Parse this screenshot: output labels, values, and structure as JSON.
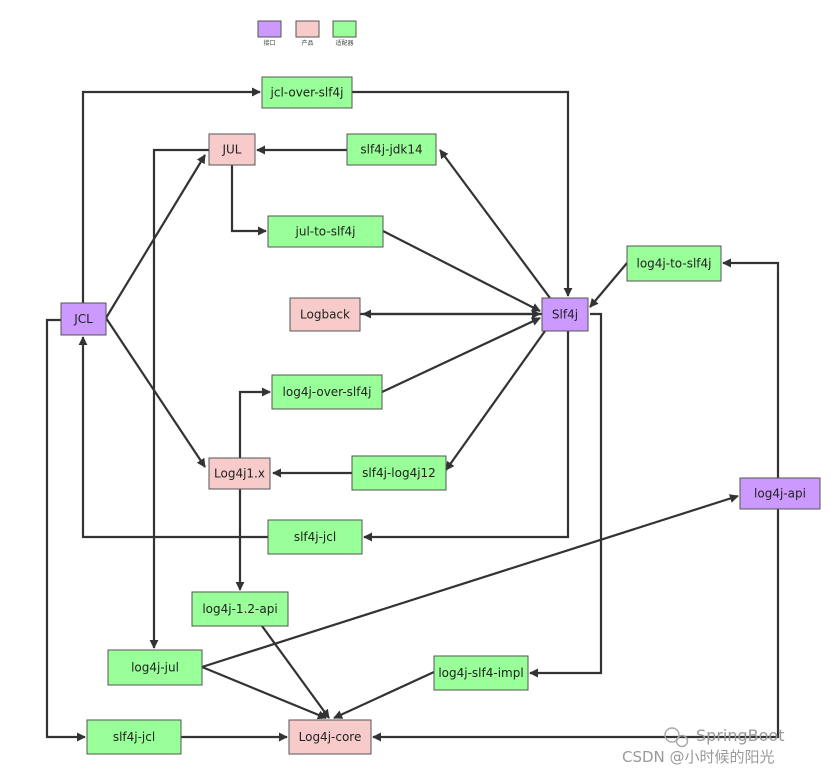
{
  "colors": {
    "interface": "#cc99ff",
    "implementation": "#f8cbcb",
    "adapter": "#99ff99",
    "border": "#555555",
    "edge": "#333333"
  },
  "legend": [
    {
      "key": "interface",
      "label": "接口"
    },
    {
      "key": "implementation",
      "label": "产品"
    },
    {
      "key": "adapter",
      "label": "适配器"
    }
  ],
  "nodes": [
    {
      "id": "jcl-over-slf4j",
      "label": "jcl-over-slf4j",
      "kind": "adapter"
    },
    {
      "id": "jul",
      "label": "JUL",
      "kind": "implementation"
    },
    {
      "id": "slf4j-jdk14",
      "label": "slf4j-jdk14",
      "kind": "adapter"
    },
    {
      "id": "jul-to-slf4j",
      "label": "jul-to-slf4j",
      "kind": "adapter"
    },
    {
      "id": "log4j-to-slf4j",
      "label": "log4j-to-slf4j",
      "kind": "adapter"
    },
    {
      "id": "jcl",
      "label": "JCL",
      "kind": "interface"
    },
    {
      "id": "logback",
      "label": "Logback",
      "kind": "implementation"
    },
    {
      "id": "slf4j",
      "label": "Slf4j",
      "kind": "interface"
    },
    {
      "id": "log4j-over-slf4j",
      "label": "log4j-over-slf4j",
      "kind": "adapter"
    },
    {
      "id": "log4j1x",
      "label": "Log4j1.x",
      "kind": "implementation"
    },
    {
      "id": "slf4j-log4j12",
      "label": "slf4j-log4j12",
      "kind": "adapter"
    },
    {
      "id": "log4j-api",
      "label": "log4j-api",
      "kind": "interface"
    },
    {
      "id": "slf4j-jcl-upper",
      "label": "slf4j-jcl",
      "kind": "adapter"
    },
    {
      "id": "log4j-12-api",
      "label": "log4j-1.2-api",
      "kind": "adapter"
    },
    {
      "id": "log4j-jul",
      "label": "log4j-jul",
      "kind": "adapter"
    },
    {
      "id": "log4j-slf4-impl",
      "label": "log4j-slf4-impl",
      "kind": "adapter"
    },
    {
      "id": "slf4j-jcl-lower",
      "label": "slf4j-jcl",
      "kind": "adapter"
    },
    {
      "id": "log4j-core",
      "label": "Log4j-core",
      "kind": "implementation"
    }
  ],
  "edges": [
    {
      "from": "jcl",
      "to": "jcl-over-slf4j"
    },
    {
      "from": "jcl-over-slf4j",
      "to": "slf4j"
    },
    {
      "from": "slf4j-jdk14",
      "to": "jul"
    },
    {
      "from": "jul",
      "to": "jul-to-slf4j"
    },
    {
      "from": "jul-to-slf4j",
      "to": "slf4j"
    },
    {
      "from": "slf4j",
      "to": "slf4j-jdk14"
    },
    {
      "from": "slf4j",
      "to": "logback"
    },
    {
      "from": "logback",
      "to": "slf4j"
    },
    {
      "from": "jcl",
      "to": "jul"
    },
    {
      "from": "jcl",
      "to": "log4j1x"
    },
    {
      "from": "log4j-to-slf4j",
      "to": "slf4j"
    },
    {
      "from": "log4j-api",
      "to": "log4j-to-slf4j"
    },
    {
      "from": "log4j1x",
      "to": "log4j-over-slf4j"
    },
    {
      "from": "log4j-over-slf4j",
      "to": "slf4j"
    },
    {
      "from": "slf4j",
      "to": "slf4j-log4j12"
    },
    {
      "from": "slf4j-log4j12",
      "to": "log4j1x"
    },
    {
      "from": "slf4j",
      "to": "slf4j-jcl-upper"
    },
    {
      "from": "slf4j-jcl-upper",
      "to": "jcl"
    },
    {
      "from": "log4j1x",
      "to": "log4j-12-api"
    },
    {
      "from": "jul",
      "to": "log4j-jul"
    },
    {
      "from": "log4j-12-api",
      "to": "log4j-core"
    },
    {
      "from": "log4j-jul",
      "to": "log4j-api"
    },
    {
      "from": "log4j-jul",
      "to": "log4j-core"
    },
    {
      "from": "log4j-slf4-impl",
      "to": "log4j-core"
    },
    {
      "from": "slf4j",
      "to": "log4j-slf4-impl"
    },
    {
      "from": "jcl",
      "to": "slf4j-jcl-lower"
    },
    {
      "from": "slf4j-jcl-lower",
      "to": "log4j-core"
    },
    {
      "from": "log4j-api",
      "to": "log4j-core"
    }
  ],
  "watermark": {
    "brand": "SpringBoot",
    "caption": "CSDN @小时候的阳光"
  }
}
